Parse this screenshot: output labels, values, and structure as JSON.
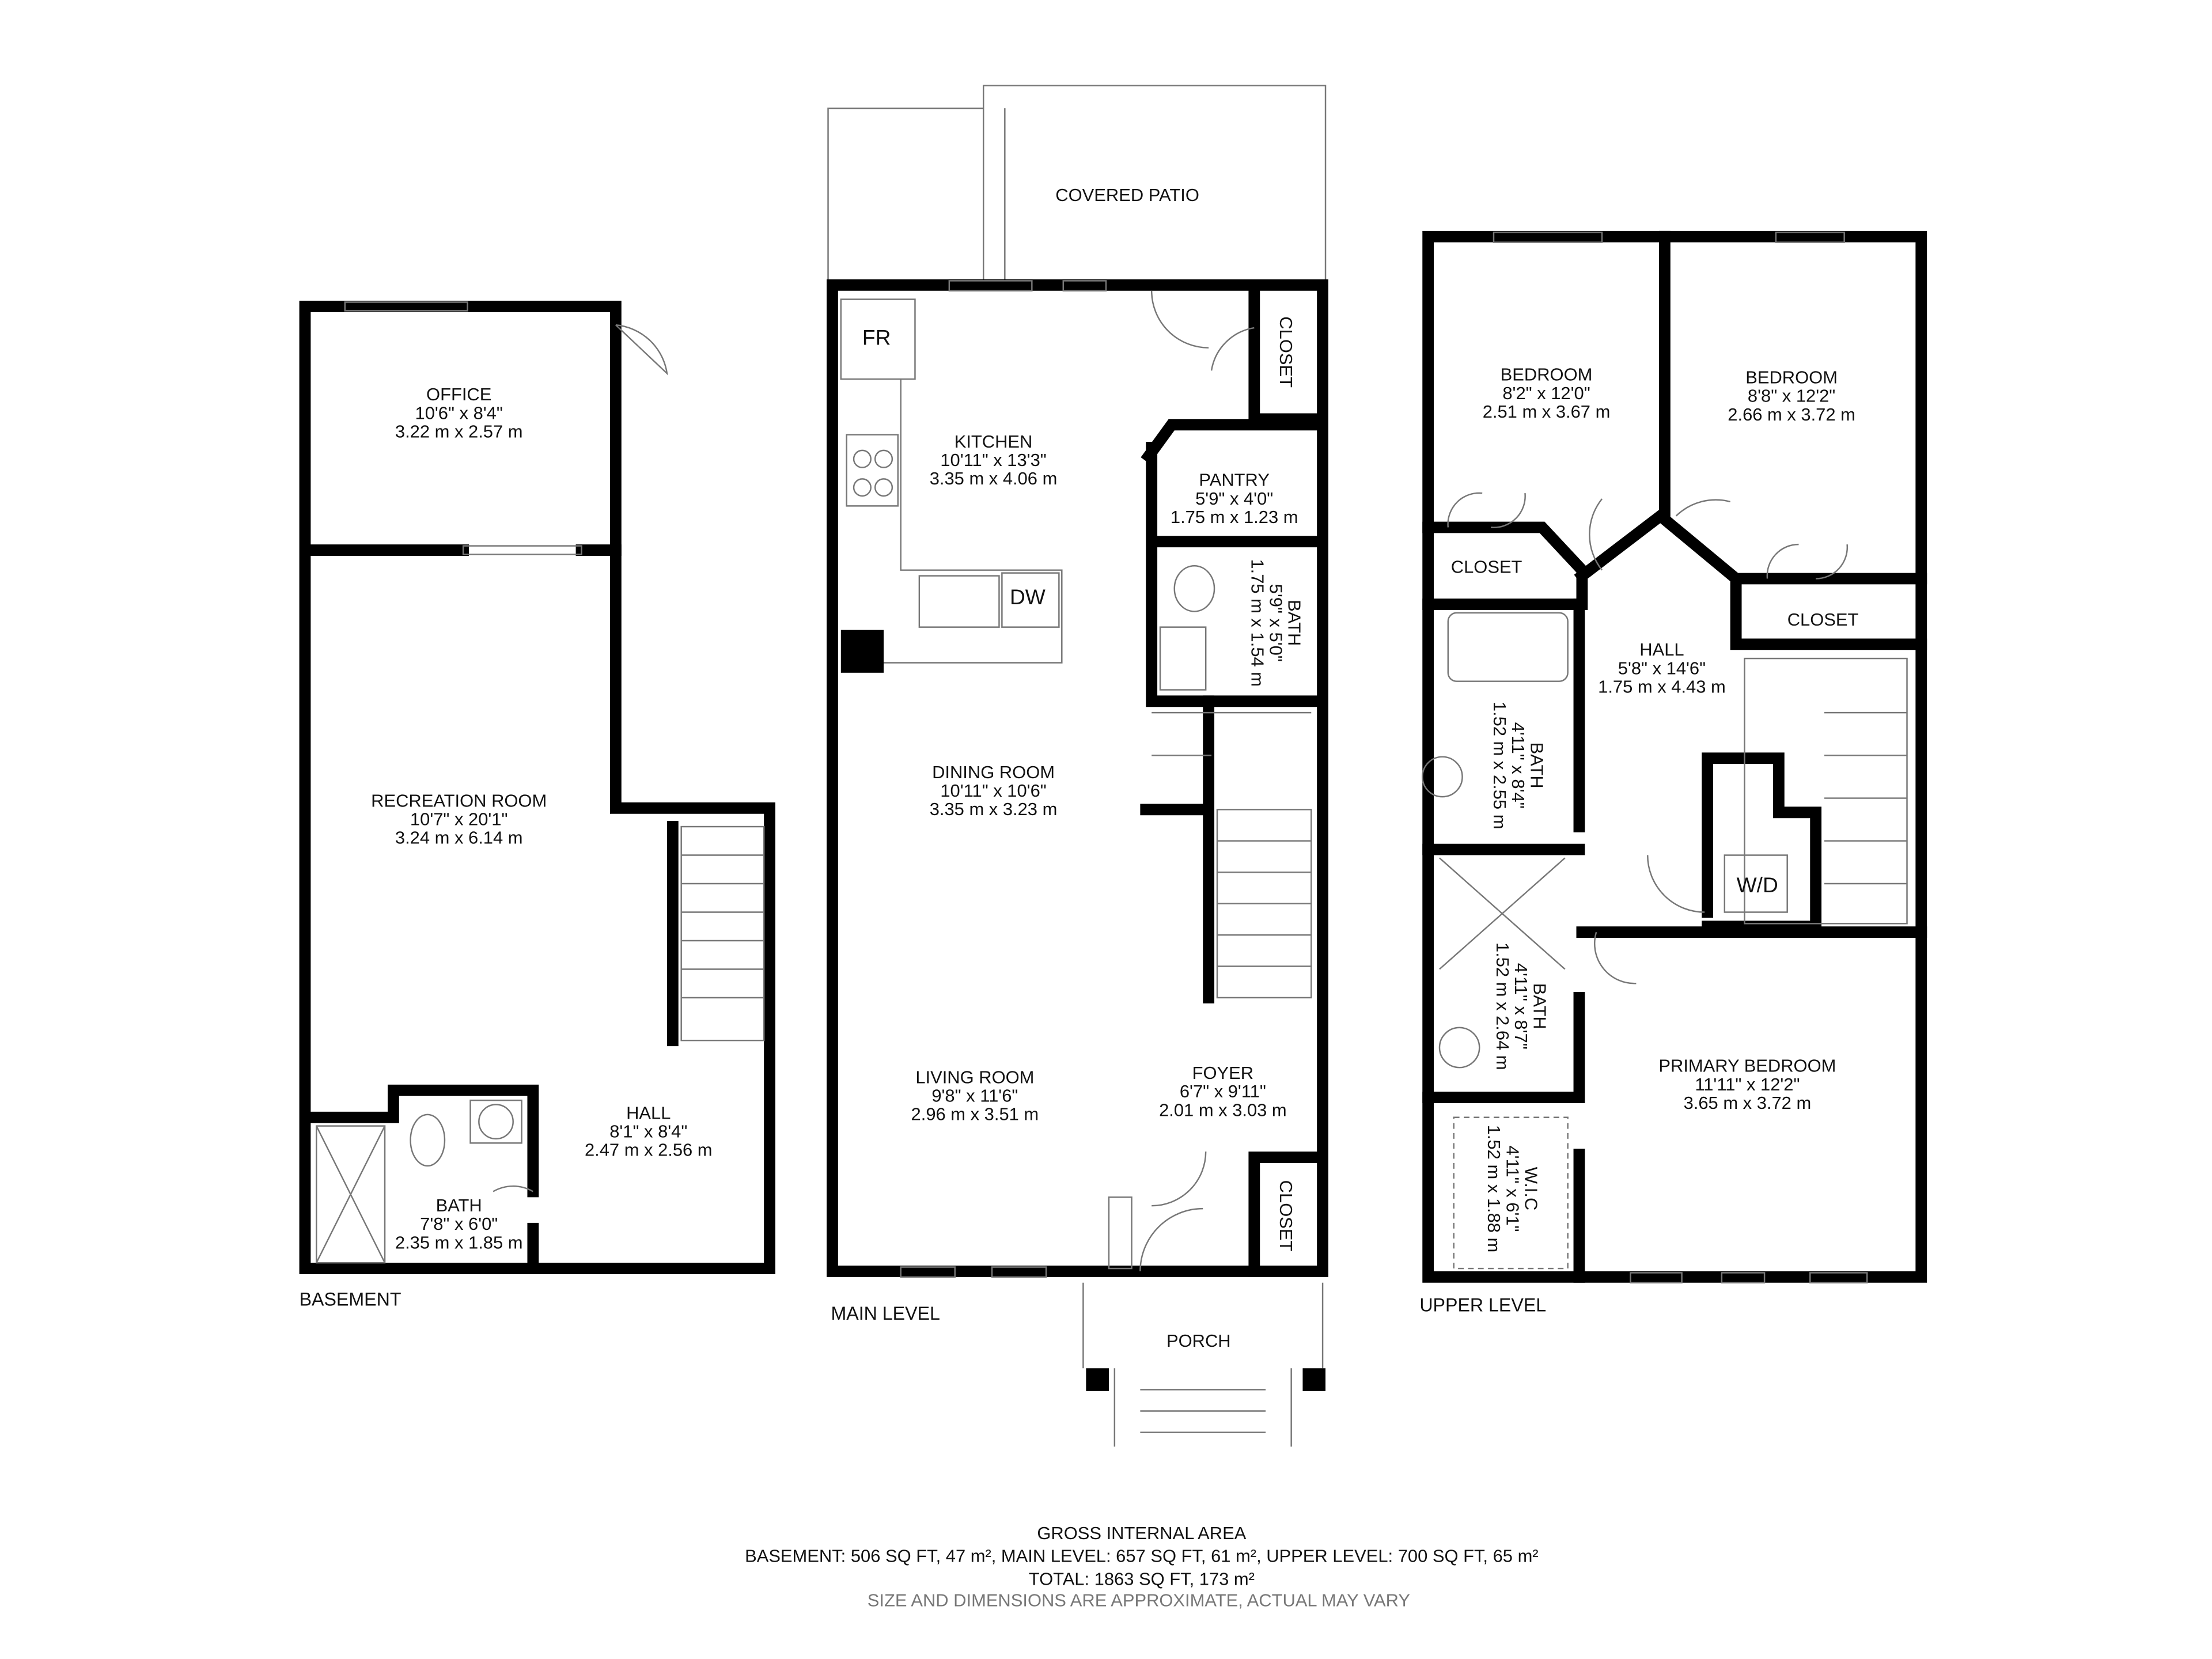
{
  "levels": {
    "basement": "BASEMENT",
    "main": "MAIN LEVEL",
    "upper": "UPPER LEVEL"
  },
  "basement": {
    "office": {
      "name": "OFFICE",
      "imperial": "10'6\" x 8'4\"",
      "metric": "3.22 m x 2.57 m"
    },
    "recreation": {
      "name": "RECREATION ROOM",
      "imperial": "10'7\" x 20'1\"",
      "metric": "3.24 m x 6.14 m"
    },
    "hall": {
      "name": "HALL",
      "imperial": "8'1\" x 8'4\"",
      "metric": "2.47 m x 2.56 m"
    },
    "bath": {
      "name": "BATH",
      "imperial": "7'8\" x 6'0\"",
      "metric": "2.35 m x 1.85 m"
    }
  },
  "main": {
    "patio": {
      "name": "COVERED PATIO"
    },
    "fr": "FR",
    "dw": "DW",
    "kitchen": {
      "name": "KITCHEN",
      "imperial": "10'11\" x 13'3\"",
      "metric": "3.35 m x 4.06 m"
    },
    "closet_top": "CLOSET",
    "pantry": {
      "name": "PANTRY",
      "imperial": "5'9\" x 4'0\"",
      "metric": "1.75 m x 1.23 m"
    },
    "bath": {
      "name": "BATH",
      "imperial": "5'9\" x 5'0\"",
      "metric": "1.75 m x 1.54 m"
    },
    "dining": {
      "name": "DINING ROOM",
      "imperial": "10'11\" x 10'6\"",
      "metric": "3.35 m x 3.23 m"
    },
    "living": {
      "name": "LIVING ROOM",
      "imperial": "9'8\" x 11'6\"",
      "metric": "2.96 m x 3.51 m"
    },
    "foyer": {
      "name": "FOYER",
      "imperial": "6'7\" x 9'11\"",
      "metric": "2.01 m x 3.03 m"
    },
    "closet_bottom": "CLOSET",
    "porch": {
      "name": "PORCH"
    }
  },
  "upper": {
    "bedroom1": {
      "name": "BEDROOM",
      "imperial": "8'2\" x 12'0\"",
      "metric": "2.51 m x 3.67 m"
    },
    "bedroom2": {
      "name": "BEDROOM",
      "imperial": "8'8\" x 12'2\"",
      "metric": "2.66 m x 3.72 m"
    },
    "closet1": "CLOSET",
    "closet2": "CLOSET",
    "hall": {
      "name": "HALL",
      "imperial": "5'8\" x 14'6\"",
      "metric": "1.75 m x 4.43 m"
    },
    "bath1": {
      "name": "BATH",
      "imperial": "4'11\" x 8'4\"",
      "metric": "1.52 m x 2.55 m"
    },
    "bath2": {
      "name": "BATH",
      "imperial": "4'11\" x 8'7\"",
      "metric": "1.52 m x 2.64 m"
    },
    "wic": {
      "name": "W.I.C",
      "imperial": "4'11\" x 6'1\"",
      "metric": "1.52 m x 1.88 m"
    },
    "wd": "W/D",
    "primary": {
      "name": "PRIMARY BEDROOM",
      "imperial": "11'11\" x 12'2\"",
      "metric": "3.65 m x 3.72 m"
    }
  },
  "footer": {
    "title": "GROSS INTERNAL AREA",
    "areas": "BASEMENT: 506 SQ FT, 47 m², MAIN LEVEL: 657 SQ FT, 61 m², UPPER LEVEL: 700 SQ FT, 65 m²",
    "total": "TOTAL: 1863 SQ FT, 173 m²",
    "disclaimer": "SIZE AND DIMENSIONS ARE APPROXIMATE, ACTUAL MAY VARY"
  }
}
